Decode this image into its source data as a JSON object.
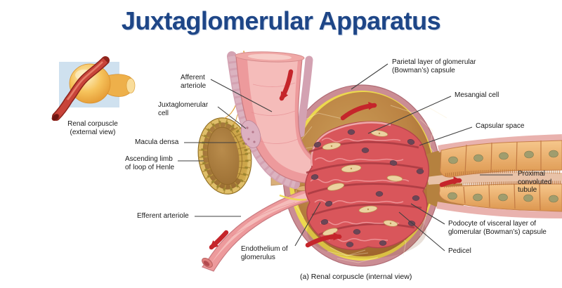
{
  "title": "Juxtaglomerular Apparatus",
  "inset": {
    "caption": "Renal corpuscle\n(external view)"
  },
  "figure_caption": "(a) Renal corpuscle (internal view)",
  "labels": {
    "afferent_arteriole": "Afferent\narteriole",
    "juxtaglomerular_cell": "Juxtaglomerular\ncell",
    "macula_densa": "Macula densa",
    "ascending_limb": "Ascending limb\nof loop of Henle",
    "efferent_arteriole": "Efferent arteriole",
    "endothelium": "Endothelium of\nglomerulus",
    "parietal_layer": "Parietal layer of glomerular\n(Bowman’s) capsule",
    "mesangial_cell": "Mesangial cell",
    "capsular_space": "Capsular space",
    "proximal_convoluted_tubule": "Proximal\nconvoluted\ntubule",
    "podocyte": "Podocyte of visceral layer of\nglomerular (Bowman’s) capsule",
    "pedicel": "Pedicel"
  },
  "colors": {
    "title_blue": "#1e4687",
    "flow_arrow_red": "#c5252b",
    "leader_line_gray": "#3f3f3f",
    "capsule_rim_pink": "#cb8d94",
    "parietal_yellow": "#ecd94e",
    "capsular_space_brown": "#bb8343",
    "glomerulus_red": "#d9565b",
    "arteriole_pink": "#ed9a9c",
    "henle_cell_tan": "#dfbe68",
    "tubule_cell_orange": "#eeb06c",
    "inset_background_blue": "#cfe1ef"
  }
}
